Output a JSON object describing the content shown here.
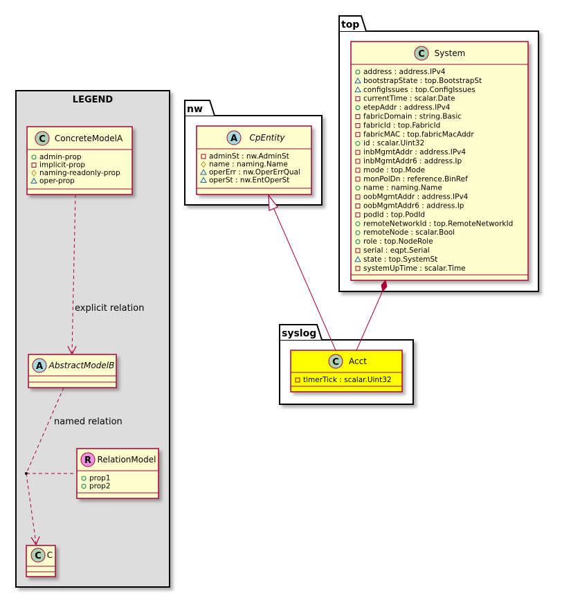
{
  "packages": {
    "top": "top",
    "nw": "nw",
    "syslog": "syslog"
  },
  "legend": {
    "title": "LEGEND",
    "concrete": {
      "name": "ConcreteModelA",
      "stereotype": "C",
      "attrs": [
        "admin-prop",
        "implicit-prop",
        "naming-readonly-prop",
        "oper-prop"
      ]
    },
    "abstract": {
      "name": "AbstractModelB",
      "stereotype": "A"
    },
    "relation_model": {
      "name": "RelationModel",
      "stereotype": "R",
      "attrs": [
        "prop1",
        "prop2"
      ]
    },
    "c": {
      "name": "C",
      "stereotype": "C"
    },
    "explicit_label": "explicit relation",
    "named_label": "named relation"
  },
  "cpentity": {
    "name": "CpEntity",
    "stereotype": "A",
    "attrs": [
      "adminSt : nw.AdminSt",
      "name : naming.Name",
      "operErr : nw.OperErrQual",
      "operSt : nw.EntOperSt"
    ]
  },
  "system": {
    "name": "System",
    "stereotype": "C",
    "attrs": [
      "address : address.IPv4",
      "bootstrapState : top.BootstrapSt",
      "configIssues : top.ConfigIssues",
      "currentTime : scalar.Date",
      "etepAddr : address.IPv4",
      "fabricDomain : string.Basic",
      "fabricId : top.FabricId",
      "fabricMAC : top.fabricMacAddr",
      "id : scalar.Uint32",
      "inbMgmtAddr : address.IPv4",
      "inbMgmtAddr6 : address.Ip",
      "mode : top.Mode",
      "monPolDn : reference.BinRef",
      "name : naming.Name",
      "oobMgmtAddr : address.IPv4",
      "oobMgmtAddr6 : address.Ip",
      "podId : top.PodId",
      "remoteNetworkId : top.RemoteNetworkId",
      "remoteNode : scalar.Bool",
      "role : top.NodeRole",
      "serial : eqpt.Serial",
      "state : top.SystemSt",
      "systemUpTime : scalar.Time"
    ]
  },
  "acct": {
    "name": "Acct",
    "stereotype": "C",
    "attrs": [
      "timerTick : scalar.Uint32"
    ]
  },
  "colors": {
    "class_fill": "#FEFECE",
    "class_border": "#A80036",
    "highlight_fill": "#FFFF00",
    "legend_fill": "#DDDDDD",
    "badge_class": "#ADD1B2",
    "badge_abstract": "#A9DCDF",
    "badge_relation": "#EB93DF",
    "edge": "#A80036",
    "shadow": "#C8C8C8"
  },
  "visibility_icons": {
    "public": "circle",
    "private": "square",
    "protected": "diamond",
    "package": "triangle"
  }
}
